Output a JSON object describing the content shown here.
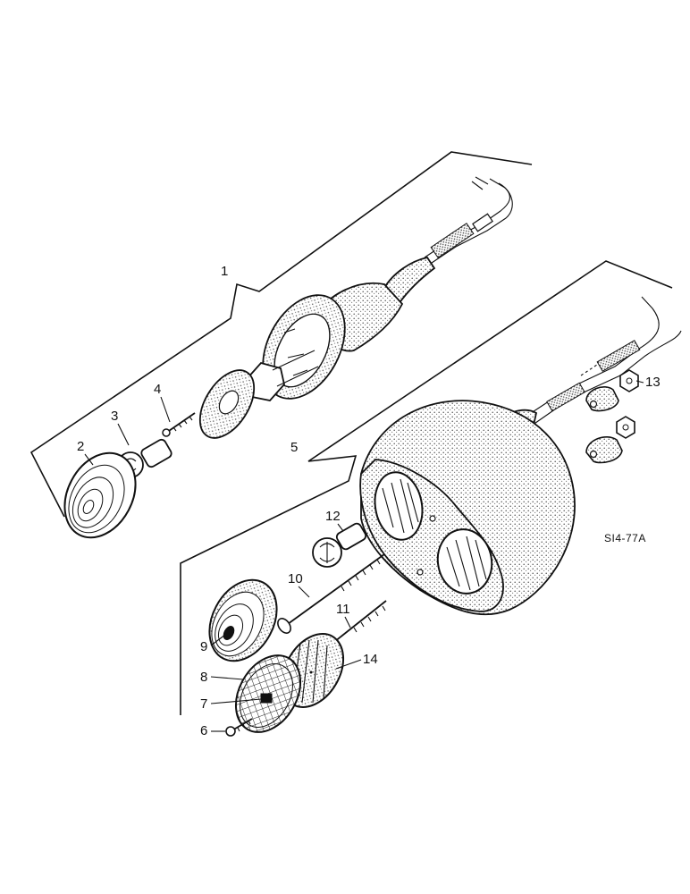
{
  "figure_code": "SI4-77A",
  "callouts": {
    "c1": "1",
    "c2": "2",
    "c3": "3",
    "c4": "4",
    "c5": "5",
    "c6": "6",
    "c7": "7",
    "c8": "8",
    "c9": "9",
    "c10": "10",
    "c11": "11",
    "c12": "12",
    "c13": "13",
    "c14": "14"
  },
  "colors": {
    "ink": "#111111",
    "paper": "#ffffff",
    "stipple": "#6a6a6a"
  }
}
